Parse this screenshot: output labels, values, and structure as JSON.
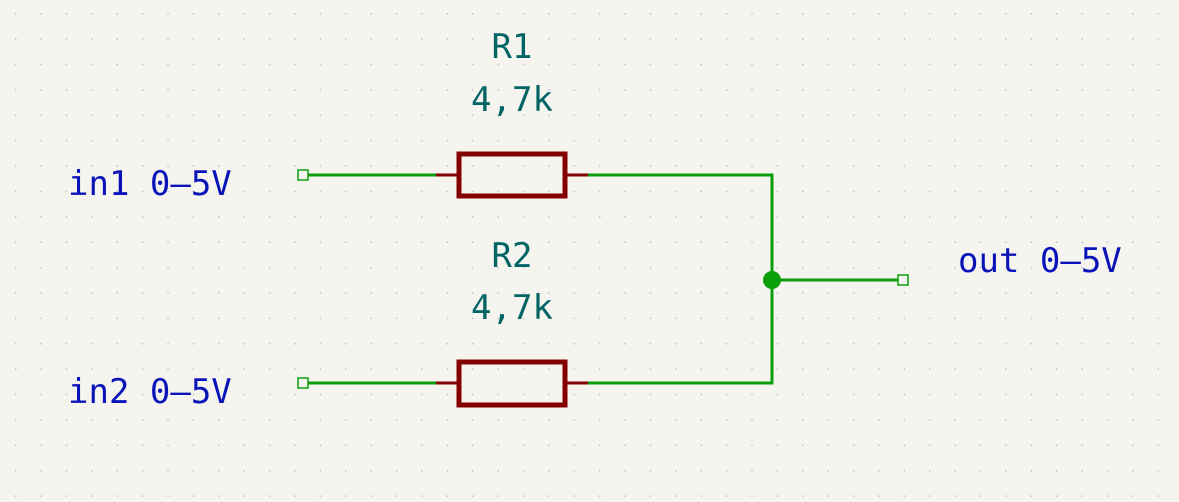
{
  "inputs": [
    {
      "label": "in1 0–5V"
    },
    {
      "label": "in2 0–5V"
    }
  ],
  "output": {
    "label": "out 0–5V"
  },
  "resistors": [
    {
      "reference": "R1",
      "value": "4,7k"
    },
    {
      "reference": "R2",
      "value": "4,7k"
    }
  ],
  "colors": {
    "wire": "#0a9e0a",
    "component": "#840000",
    "net_label": "#0a13b8",
    "reference": "#006464",
    "background": "#f5f4ef"
  }
}
